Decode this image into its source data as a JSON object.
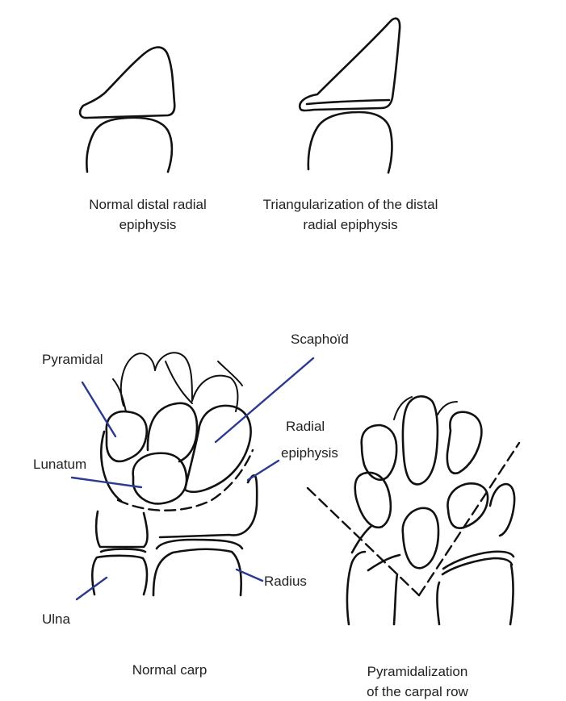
{
  "figure": {
    "line_color": "#111111",
    "leader_color": "#2b3a8f",
    "panels": [
      {
        "caption_line1": "Normal distal radial",
        "caption_line2": "epiphysis"
      },
      {
        "caption_line1": "Triangularization of the distal",
        "caption_line2": "radial epiphysis"
      },
      {
        "caption_line1": "Normal carp",
        "caption_line2": ""
      },
      {
        "caption_line1": "Pyramidalization",
        "caption_line2": "of the carpal row"
      }
    ],
    "labels": {
      "pyramidal": "Pyramidal",
      "scaphoid": "Scaphoïd",
      "radial_epiphysis_line1": "Radial",
      "radial_epiphysis_line2": "epiphysis",
      "lunatum": "Lunatum",
      "radius": "Radius",
      "ulna": "Ulna"
    }
  }
}
